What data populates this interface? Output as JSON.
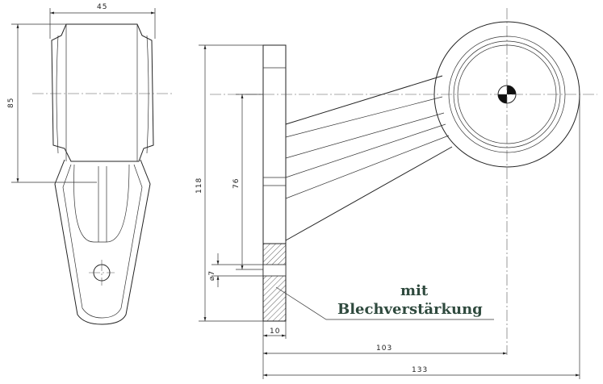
{
  "dimensions": {
    "top_width": "45",
    "left_height": "85",
    "overall_height": "118",
    "inner_height": "76",
    "hole_diameter": "⌀7",
    "plate_thickness": "10",
    "center_distance": "103",
    "overall_length": "133"
  },
  "annotation": {
    "line1": "mit",
    "line2": "Blechverstärkung"
  }
}
